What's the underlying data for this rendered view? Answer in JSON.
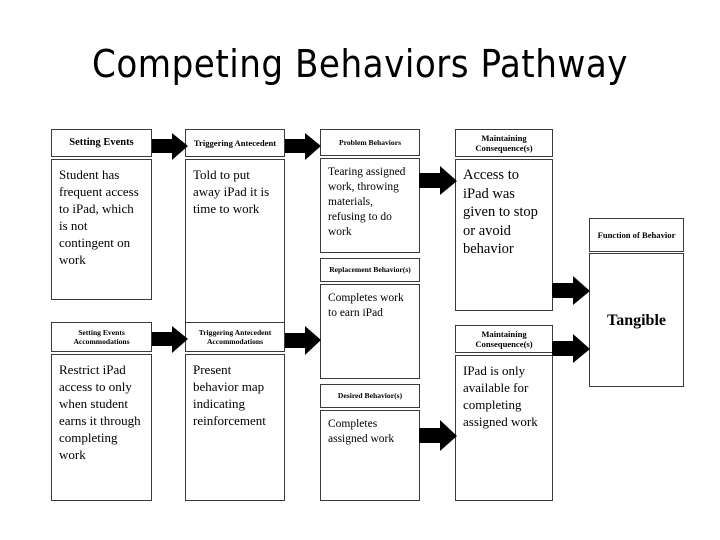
{
  "slide": {
    "title": "Competing Behaviors Pathway",
    "background_color": "#ffffff",
    "text_color": "#000000",
    "box_border_color": "#3a3a3a",
    "arrow_color": "#000000"
  },
  "nodes": {
    "setting_events": {
      "header": "Setting Events",
      "body": "Student has frequent access to iPad, which is not contingent on work"
    },
    "triggering_antecedent": {
      "header": "Triggering Antecedent",
      "body": "Told to put away iPad it is time to work"
    },
    "problem_behaviors": {
      "header": "Problem Behaviors",
      "body": "Tearing assigned work, throwing materials, refusing to do work"
    },
    "maintaining_consequences_top": {
      "header": "Maintaining Consequence(s)",
      "body": "Access to iPad was given to stop or avoid behavior"
    },
    "function_of_behavior": {
      "header": "Function of Behavior",
      "body": "Tangible"
    },
    "replacement_behaviors": {
      "header": "Replacement Behavior(s)",
      "body": "Completes work to earn iPad"
    },
    "desired_behaviors": {
      "header": "Desired Behavior(s)",
      "body": "Completes assigned work"
    },
    "setting_events_accommodations": {
      "header": "Setting Events Accommodations",
      "body": "Restrict iPad access to only when student earns it through completing work"
    },
    "triggering_antecedent_accommodations": {
      "header": "Triggering Antecedent Accommodations",
      "body": "Present behavior map indicating reinforcement"
    },
    "maintaining_consequences_bottom": {
      "header": "Maintaining Consequence(s)",
      "body": "IPad is only available for completing assigned work"
    }
  },
  "arrows": [
    {
      "name": "arrow-setting-events-to-triggering-antecedent"
    },
    {
      "name": "arrow-triggering-antecedent-to-problem-behaviors"
    },
    {
      "name": "arrow-problem-behaviors-to-maintaining-consequences-top"
    },
    {
      "name": "arrow-maintaining-consequences-top-to-function"
    },
    {
      "name": "arrow-maintaining-consequences-bottom-to-function"
    },
    {
      "name": "arrow-setting-events-accommodations-to-triggering-accommodations"
    },
    {
      "name": "arrow-triggering-accommodations-to-replacement-behaviors"
    },
    {
      "name": "arrow-desired-behaviors-to-maintaining-consequences-bottom"
    }
  ]
}
